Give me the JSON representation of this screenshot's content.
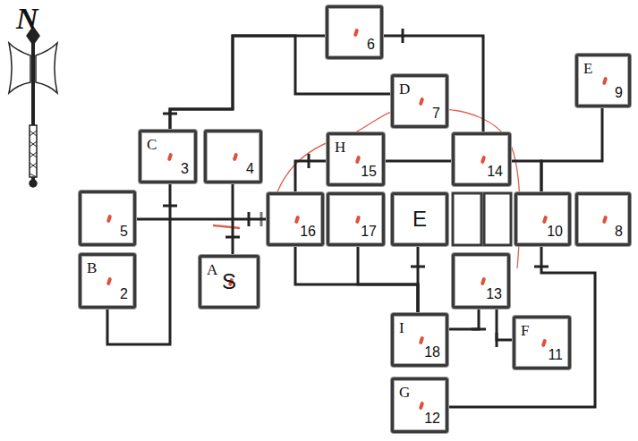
{
  "diagram": {
    "nodes": [
      {
        "text": [
          "6"
        ]
      },
      {
        "text": [
          "E",
          "9"
        ]
      },
      {
        "text": [
          "D",
          "7"
        ]
      },
      {
        "text": [
          "C",
          "3"
        ]
      },
      {
        "text": [
          "4"
        ]
      },
      {
        "text": [
          "H",
          "15"
        ]
      },
      {
        "text": [
          "14"
        ]
      },
      {
        "text": [
          "5"
        ]
      },
      {
        "text": [
          "16"
        ]
      },
      {
        "text": [
          "17"
        ]
      },
      {
        "text": [
          "E"
        ]
      },
      {
        "text": [
          "10"
        ]
      },
      {
        "text": [
          "8"
        ]
      },
      {
        "text": [
          "B",
          "2"
        ]
      },
      {
        "text": [
          "A",
          "S"
        ]
      },
      {
        "text": [
          "13"
        ]
      },
      {
        "text": [
          "I",
          "18"
        ]
      },
      {
        "text": [
          "F",
          "11"
        ]
      },
      {
        "text": [
          "G",
          "12"
        ]
      }
    ],
    "edges": [
      {
        "from": 3,
        "to": 0,
        "arrow": "none"
      },
      {
        "from": 3,
        "to": 2,
        "arrow": "none"
      },
      {
        "from": 0,
        "to": 6,
        "arrow": "none"
      },
      {
        "from": 5,
        "to": 6,
        "arrow": "none"
      },
      {
        "from": 8,
        "to": 5,
        "arrow": "none"
      },
      {
        "from": 7,
        "to": 8,
        "arrow": "none"
      },
      {
        "from": 3,
        "to": 13,
        "arrow": "none"
      },
      {
        "from": 4,
        "to": 14,
        "arrow": "none"
      },
      {
        "from": 8,
        "to": 16,
        "arrow": "none"
      },
      {
        "from": 9,
        "to": 16,
        "arrow": "none"
      },
      {
        "from": 10,
        "to": 16,
        "arrow": "none"
      },
      {
        "from": 15,
        "to": 16,
        "arrow": "none"
      },
      {
        "from": 15,
        "to": 17,
        "arrow": "none"
      },
      {
        "from": 1,
        "to": 11,
        "arrow": "none"
      },
      {
        "from": 6,
        "to": 11,
        "arrow": "none"
      },
      {
        "from": 11,
        "to": 18,
        "arrow": "none"
      }
    ],
    "labels": [
      "N"
    ]
  }
}
